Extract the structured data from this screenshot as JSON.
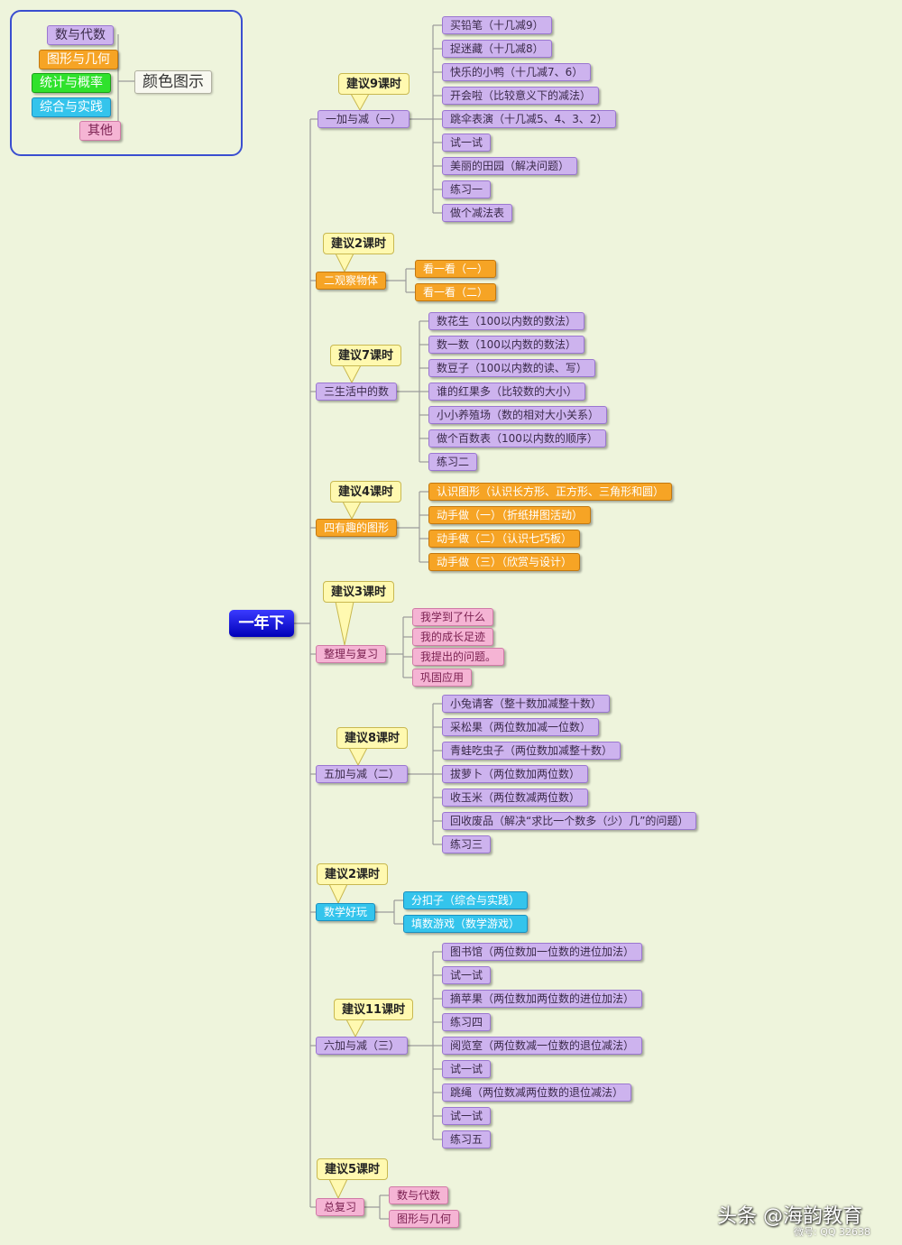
{
  "root": "一年下",
  "legend": {
    "title": "颜色图示",
    "items": [
      {
        "label": "数与代数",
        "color": "purple"
      },
      {
        "label": "图形与几何",
        "color": "orange"
      },
      {
        "label": "统计与概率",
        "color": "green"
      },
      {
        "label": "综合与实践",
        "color": "cyan"
      },
      {
        "label": "其他",
        "color": "pink"
      }
    ]
  },
  "units": [
    {
      "title": "一加与减（一）",
      "hours": "建议9课时",
      "color": "purple",
      "children": [
        "买铅笔（十几减9）",
        "捉迷藏（十几减8）",
        "快乐的小鸭（十几减7、6）",
        "开会啦（比较意义下的减法）",
        "跳伞表演（十几减5、4、3、2）",
        "试一试",
        "美丽的田园（解决问题）",
        "练习一",
        "做个减法表"
      ]
    },
    {
      "title": "二观察物体",
      "hours": "建议2课时",
      "color": "orange",
      "children": [
        "看一看（一）",
        "看一看（二）"
      ]
    },
    {
      "title": "三生活中的数",
      "hours": "建议7课时",
      "color": "purple",
      "children": [
        "数花生（100以内数的数法）",
        "数一数（100以内数的数法）",
        "数豆子（100以内数的读、写）",
        "谁的红果多（比较数的大小）",
        "小小养殖场（数的相对大小关系）",
        "做个百数表（100以内数的顺序）",
        "练习二"
      ]
    },
    {
      "title": "四有趣的图形",
      "hours": "建议4课时",
      "color": "orange",
      "children": [
        "认识图形（认识长方形、正方形、三角形和圆）",
        "动手做（一）（折纸拼图活动）",
        "动手做（二）（认识七巧板）",
        "动手做（三）（欣赏与设计）"
      ]
    },
    {
      "title": "整理与复习",
      "hours": "建议3课时",
      "color": "pink",
      "children": [
        "我学到了什么",
        "我的成长足迹",
        "我提出的问题。",
        "巩固应用"
      ]
    },
    {
      "title": "五加与减（二）",
      "hours": "建议8课时",
      "color": "purple",
      "children": [
        "小兔请客（整十数加减整十数）",
        "采松果（两位数加减一位数）",
        "青蛙吃虫子（两位数加减整十数）",
        "拔萝卜（两位数加两位数）",
        "收玉米（两位数减两位数）",
        "回收废品（解决“求比一个数多（少）几”的问题）",
        "练习三"
      ]
    },
    {
      "title": "数学好玩",
      "hours": "建议2课时",
      "color": "cyan",
      "children": [
        "分扣子（综合与实践）",
        "填数游戏（数学游戏）"
      ]
    },
    {
      "title": "六加与减（三）",
      "hours": "建议11课时",
      "color": "purple",
      "children": [
        "图书馆（两位数加一位数的进位加法）",
        "试一试",
        "摘苹果（两位数加两位数的进位加法）",
        "练习四",
        "阅览室（两位数减一位数的退位减法）",
        "试一试",
        "跳绳（两位数减两位数的退位减法）",
        "试一试",
        "练习五"
      ]
    },
    {
      "title": "总复习",
      "hours": "建议5课时",
      "color": "pink",
      "children": [
        "数与代数",
        "图形与几何"
      ]
    }
  ],
  "colors": {
    "purple": "#cdb3ee",
    "orange": "#f6a425",
    "green": "#2fe22c",
    "cyan": "#34c4ec",
    "pink": "#f5b4d4",
    "line": "#9a9a9a"
  },
  "watermark": {
    "main": "头条 @海韵教育",
    "sub": "微号:   QQ 32638"
  }
}
